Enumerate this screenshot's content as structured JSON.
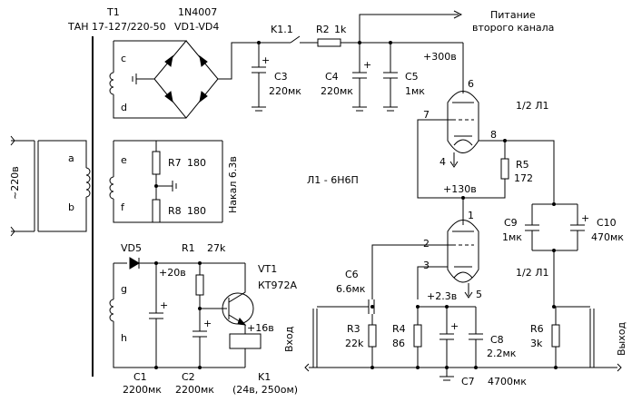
{
  "transformer": {
    "designator": "T1",
    "type": "ТАН 17-127/220-50",
    "primary_voltage": "~220в",
    "terminals": {
      "a": "a",
      "b": "b",
      "c": "c",
      "d": "d",
      "e": "e",
      "f": "f",
      "g": "g",
      "h": "h"
    }
  },
  "bridge": {
    "type": "1N4007",
    "designators": "VD1-VD4"
  },
  "relay_contact": "K1.1",
  "resistors": {
    "R2": {
      "ref": "R2",
      "value": "1k"
    },
    "R7": {
      "ref": "R7",
      "value": "180"
    },
    "R8": {
      "ref": "R8",
      "value": "180"
    },
    "R1": {
      "ref": "R1",
      "value": "27k"
    },
    "R5": {
      "ref": "R5",
      "value": "172"
    },
    "R3": {
      "ref": "R3",
      "value": "22k"
    },
    "R4": {
      "ref": "R4",
      "value": "86"
    },
    "R6": {
      "ref": "R6",
      "value": "3k"
    }
  },
  "capacitors": {
    "C3": {
      "ref": "C3",
      "value": "220мк"
    },
    "C4": {
      "ref": "C4",
      "value": "220мк"
    },
    "C5": {
      "ref": "C5",
      "value": "1мк"
    },
    "C6": {
      "ref": "C6",
      "value": "6.6мк"
    },
    "C7": {
      "ref": "C7",
      "value": "4700мк"
    },
    "C8": {
      "ref": "C8",
      "value": "2.2мк"
    },
    "C9": {
      "ref": "C9",
      "value": "1мк"
    },
    "C10": {
      "ref": "C10",
      "value": "470мк"
    },
    "C1": {
      "ref": "C1",
      "value": "2200мк"
    },
    "C2": {
      "ref": "C2",
      "value": "2200мк"
    }
  },
  "diode_vd5": "VD5",
  "transistor": {
    "ref": "VT1",
    "type": "КТ972А"
  },
  "relay": {
    "ref": "K1",
    "spec": "(24в, 250ом)"
  },
  "tube": {
    "type_label": "Л1 - 6Н6П",
    "half_label": "1/2 Л1",
    "pins": {
      "p1": "1",
      "p2": "2",
      "p3": "3",
      "p4": "4",
      "p5": "5",
      "p6": "6",
      "p7": "7",
      "p8": "8"
    }
  },
  "voltages": {
    "b_plus": "+300в",
    "mid": "+130в",
    "cathode": "+2.3в",
    "reg_in": "+20в",
    "reg_out": "+16в"
  },
  "labels": {
    "power_second_channel_1": "Питание",
    "power_second_channel_2": "второго канала",
    "heater": "Накал 6.3в",
    "input": "Вход",
    "output": "Выход",
    "plus": "+"
  }
}
